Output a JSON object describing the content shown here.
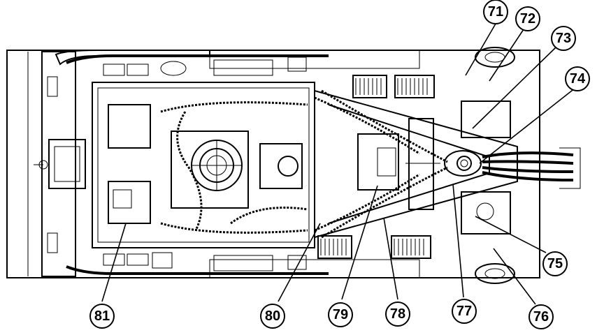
{
  "drawing": {
    "callouts": [
      {
        "id": "71",
        "label": "71"
      },
      {
        "id": "72",
        "label": "72"
      },
      {
        "id": "73",
        "label": "73"
      },
      {
        "id": "74",
        "label": "74"
      },
      {
        "id": "75",
        "label": "75"
      },
      {
        "id": "76",
        "label": "76"
      },
      {
        "id": "77",
        "label": "77"
      },
      {
        "id": "78",
        "label": "78"
      },
      {
        "id": "79",
        "label": "79"
      },
      {
        "id": "80",
        "label": "80"
      },
      {
        "id": "81",
        "label": "81"
      }
    ]
  }
}
